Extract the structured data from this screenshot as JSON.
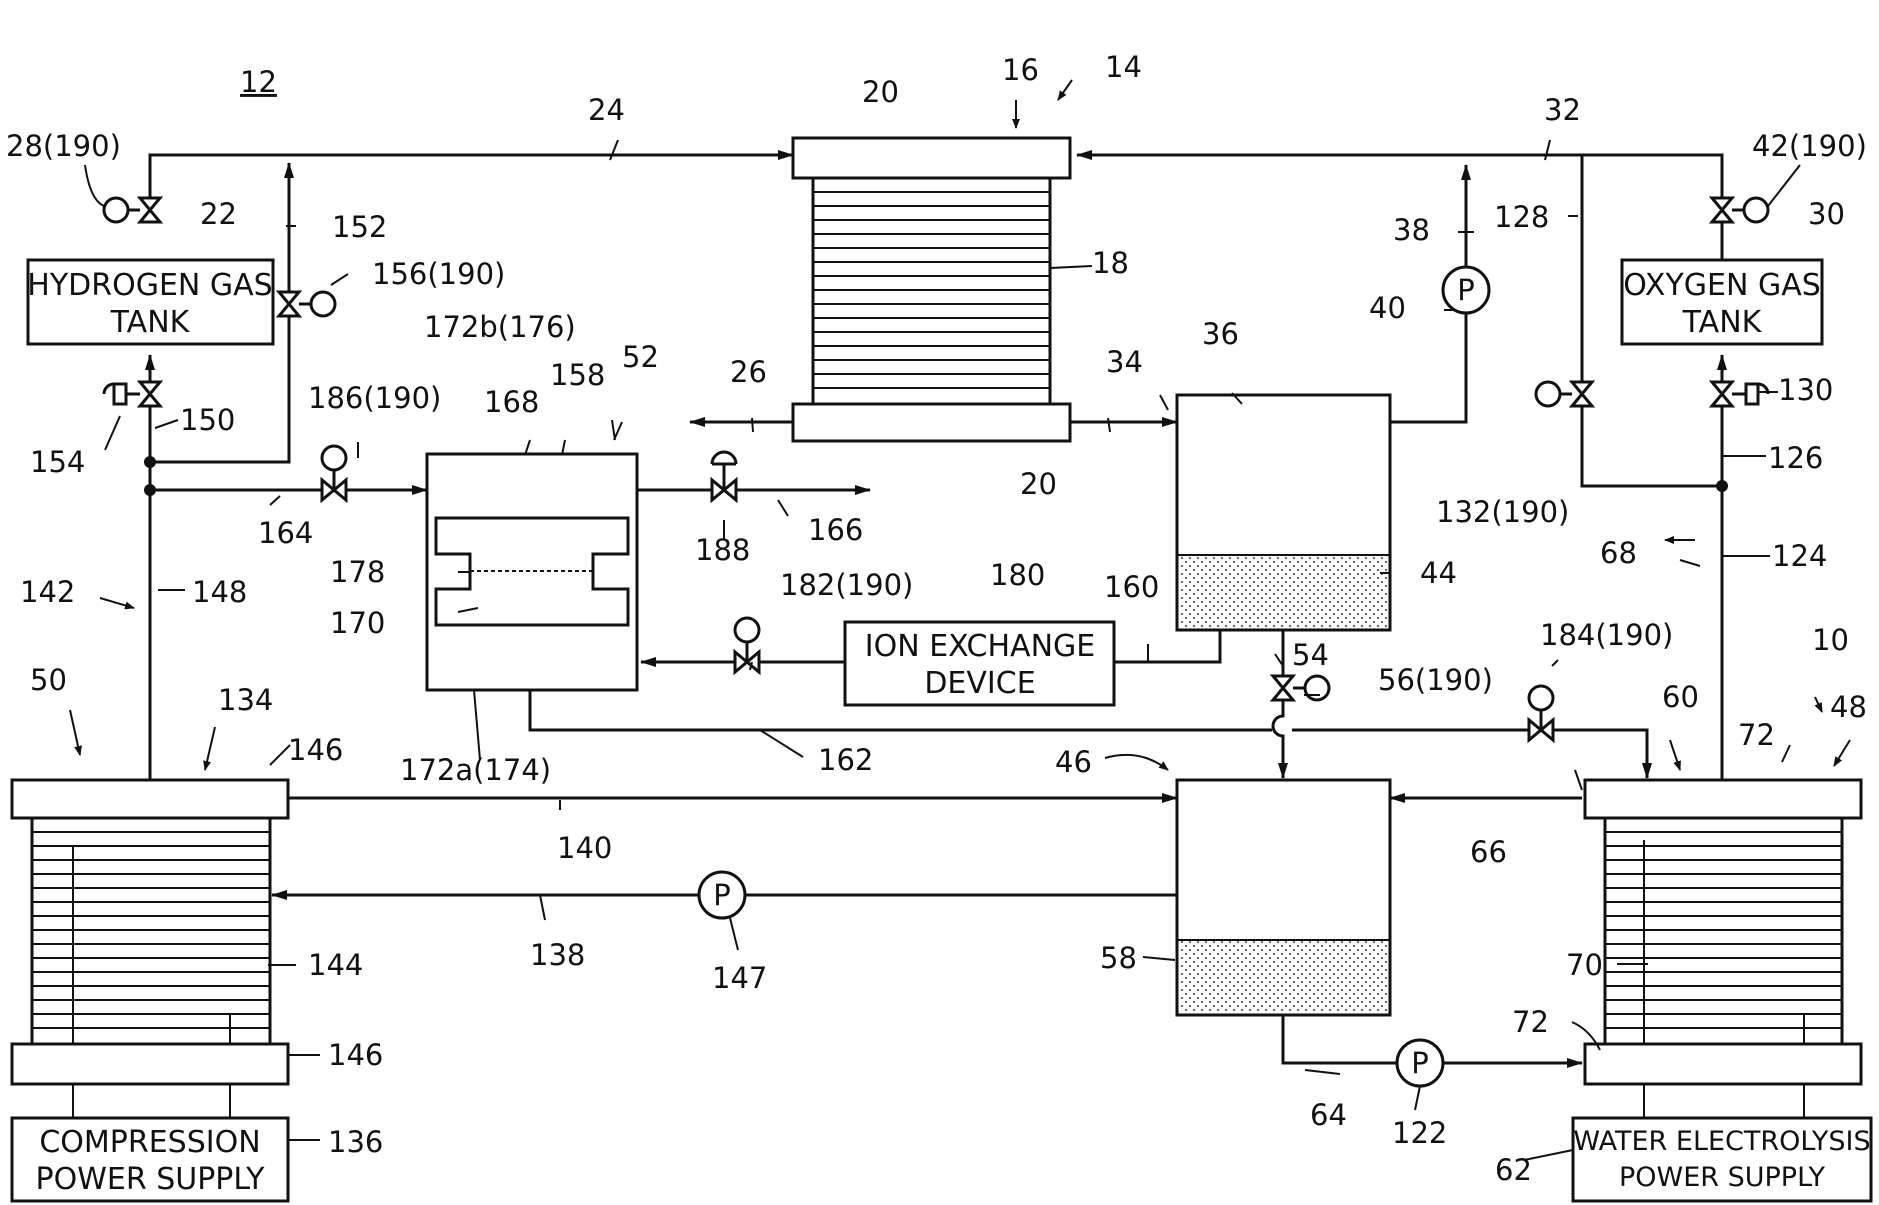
{
  "figure_id": "12",
  "blocks": {
    "hydrogen_tank": [
      "HYDROGEN GAS",
      "TANK"
    ],
    "oxygen_tank": [
      "OXYGEN GAS",
      "TANK"
    ],
    "ion_exchange": [
      "ION EXCHANGE",
      "DEVICE"
    ],
    "compression_power": [
      "COMPRESSION",
      "POWER SUPPLY"
    ],
    "electrolysis_power": [
      "WATER ELECTROLYSIS",
      "POWER SUPPLY"
    ]
  },
  "pump_symbol": "P",
  "refs": {
    "r28": "28(190)",
    "r24": "24",
    "r20a": "20",
    "r16": "16",
    "r14": "14",
    "r32": "32",
    "r42": "42(190)",
    "r30": "30",
    "r22": "22",
    "r152": "152",
    "r156": "156(190)",
    "r18": "18",
    "r38": "38",
    "r128": "128",
    "r40": "40",
    "r36": "36",
    "r172b": "172b(176)",
    "r158": "158",
    "r52": "52",
    "r168": "168",
    "r186": "186(190)",
    "r26": "26",
    "r34": "34",
    "r130": "130",
    "r154": "154",
    "r150": "150",
    "r20b": "20",
    "r132": "132(190)",
    "r126": "126",
    "r164": "164",
    "r166": "166",
    "r188": "188",
    "r178": "178",
    "r44": "44",
    "r68": "68",
    "r124": "124",
    "r142": "142",
    "r148": "148",
    "r170": "170",
    "r182": "182(190)",
    "r180": "180",
    "r160": "160",
    "r54": "54",
    "r184": "184(190)",
    "r10": "10",
    "r56": "56(190)",
    "r50": "50",
    "r134": "134",
    "r146a": "146",
    "r60": "60",
    "r72a": "72",
    "r48": "48",
    "r172a": "172a(174)",
    "r162": "162",
    "r46": "46",
    "r140": "140",
    "r66": "66",
    "r138": "138",
    "r147": "147",
    "r144": "144",
    "r58": "58",
    "r70": "70",
    "r146b": "146",
    "r72b": "72",
    "r136": "136",
    "r64": "64",
    "r122": "122",
    "r62": "62"
  }
}
